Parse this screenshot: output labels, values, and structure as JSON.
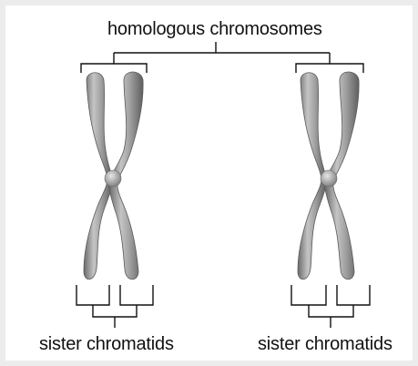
{
  "labels": {
    "top": "homologous chromosomes",
    "bottom_left": "sister chromatids",
    "bottom_right": "sister chromatids"
  },
  "colors": {
    "chromatid": "#9a9a9a",
    "chromatid_dark": "#6c6c6c",
    "chromatid_light": "#d0d0d0",
    "line": "#111111",
    "background": "#ececec",
    "panel": "#ffffff"
  }
}
